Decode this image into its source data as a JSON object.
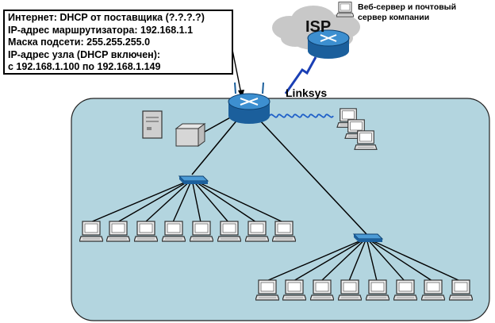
{
  "info_box": {
    "lines": [
      "Интернет: DHCP от поставщика (?.?.?.?)",
      "IP-адрес маршрутизатора: 192.168.1.1",
      "Маска подсети: 255.255.255.0",
      "IP-адрес узла (DHCP включен):",
      "с 192.168.1.100 по 192.168.1.149"
    ]
  },
  "labels": {
    "isp": "ISP",
    "router": "Linksys",
    "server_line1": "Веб-сервер и почтовый",
    "server_line2": "сервер компании"
  },
  "colors": {
    "lan_area": "#b3d5df",
    "device_blue": "#2f7fc1",
    "cloud": "#c8c8c8",
    "lightning": "#1a3fb5",
    "wireless": "#2060c8"
  }
}
